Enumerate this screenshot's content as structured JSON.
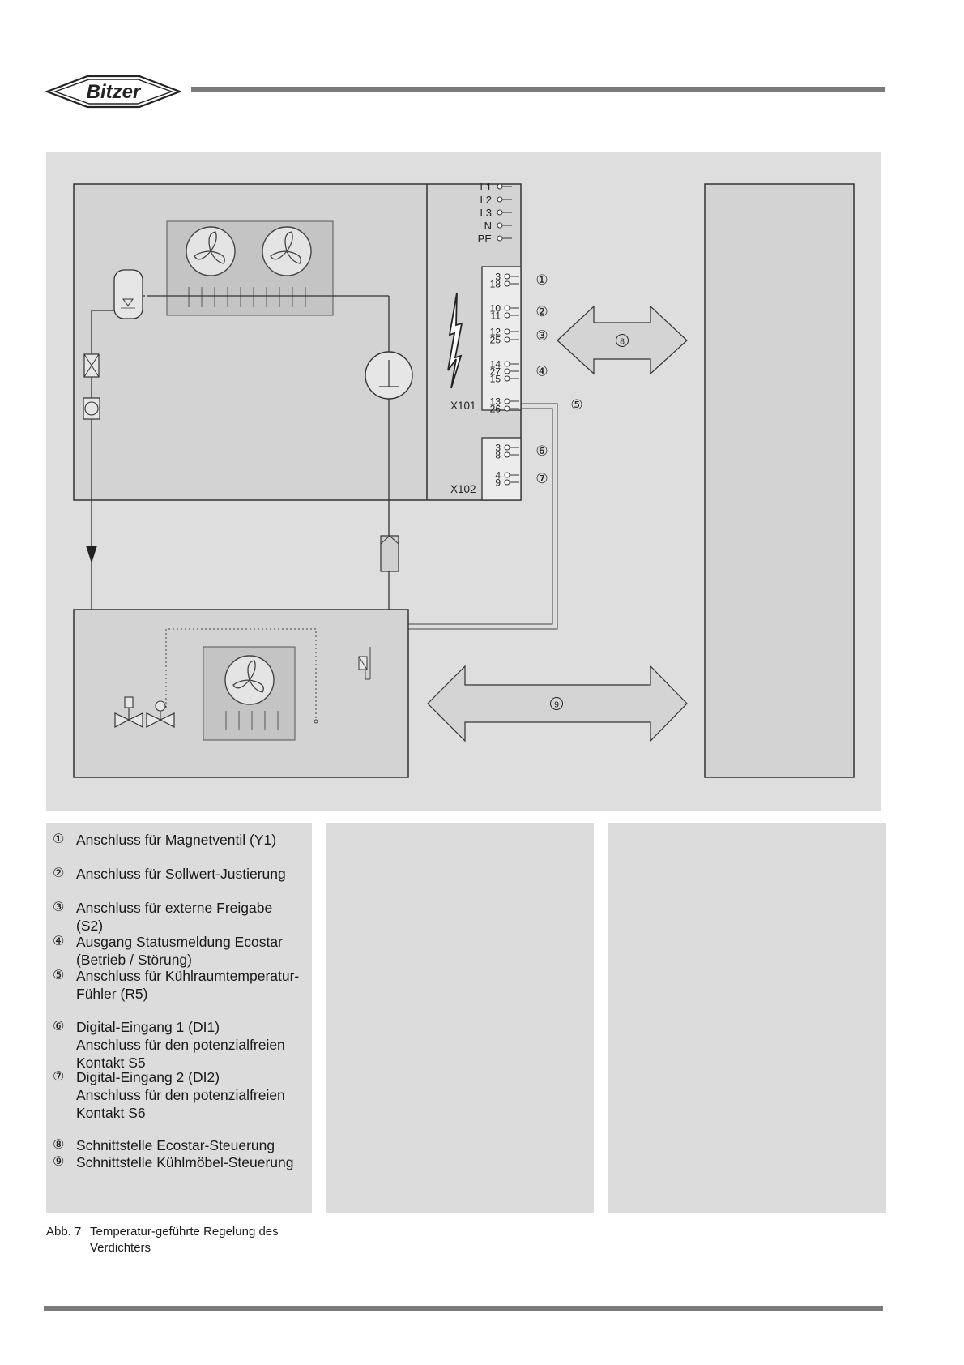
{
  "header": {
    "logo_text": "Bitzer"
  },
  "diagram": {
    "power_terminals": [
      "L1",
      "L2",
      "L3",
      "N",
      "PE"
    ],
    "x101": {
      "label": "X101",
      "groups": [
        {
          "terminals": [
            "3",
            "18"
          ],
          "marker": "①"
        },
        {
          "terminals": [
            "10",
            "11"
          ],
          "marker": "②"
        },
        {
          "terminals": [
            "12",
            "25"
          ],
          "marker": "③"
        },
        {
          "terminals": [
            "14",
            "27",
            "15"
          ],
          "marker": "④"
        },
        {
          "terminals": [
            "13",
            "26"
          ],
          "marker": "⑤"
        }
      ]
    },
    "x102": {
      "label": "X102",
      "groups": [
        {
          "terminals": [
            "3",
            "8"
          ],
          "marker": "⑥"
        },
        {
          "terminals": [
            "4",
            "9"
          ],
          "marker": "⑦"
        }
      ]
    },
    "arrow_upper_marker": "⑧",
    "arrow_lower_marker": "⑨"
  },
  "legend": [
    {
      "num": "①",
      "text": "Anschluss für Magnetventil (Y1)"
    },
    {
      "num": "②",
      "text": "Anschluss für Sollwert-Justierung"
    },
    {
      "num": "③",
      "text": "Anschluss für externe Freigabe\n(S2)"
    },
    {
      "num": "④",
      "text": "Ausgang Statusmeldung Ecostar\n(Betrieb / Störung)"
    },
    {
      "num": "⑤",
      "text": "Anschluss für Kühlraumtemperatur-\nFühler (R5)"
    },
    {
      "num": "⑥",
      "text": "Digital-Eingang 1 (DI1)\nAnschluss für den potenzialfreien\nKontakt S5"
    },
    {
      "num": "⑦",
      "text": "Digital-Eingang 2 (DI2)\nAnschluss für den potenzialfreien\nKontakt S6"
    },
    {
      "num": "⑧",
      "text": "Schnittstelle Ecostar-Steuerung"
    },
    {
      "num": "⑨",
      "text": "Schnittstelle Kühlmöbel-Steuerung"
    }
  ],
  "caption": {
    "label": "Abb. 7",
    "text": "Temperatur-geführte Regelung des\nVerdichters"
  }
}
